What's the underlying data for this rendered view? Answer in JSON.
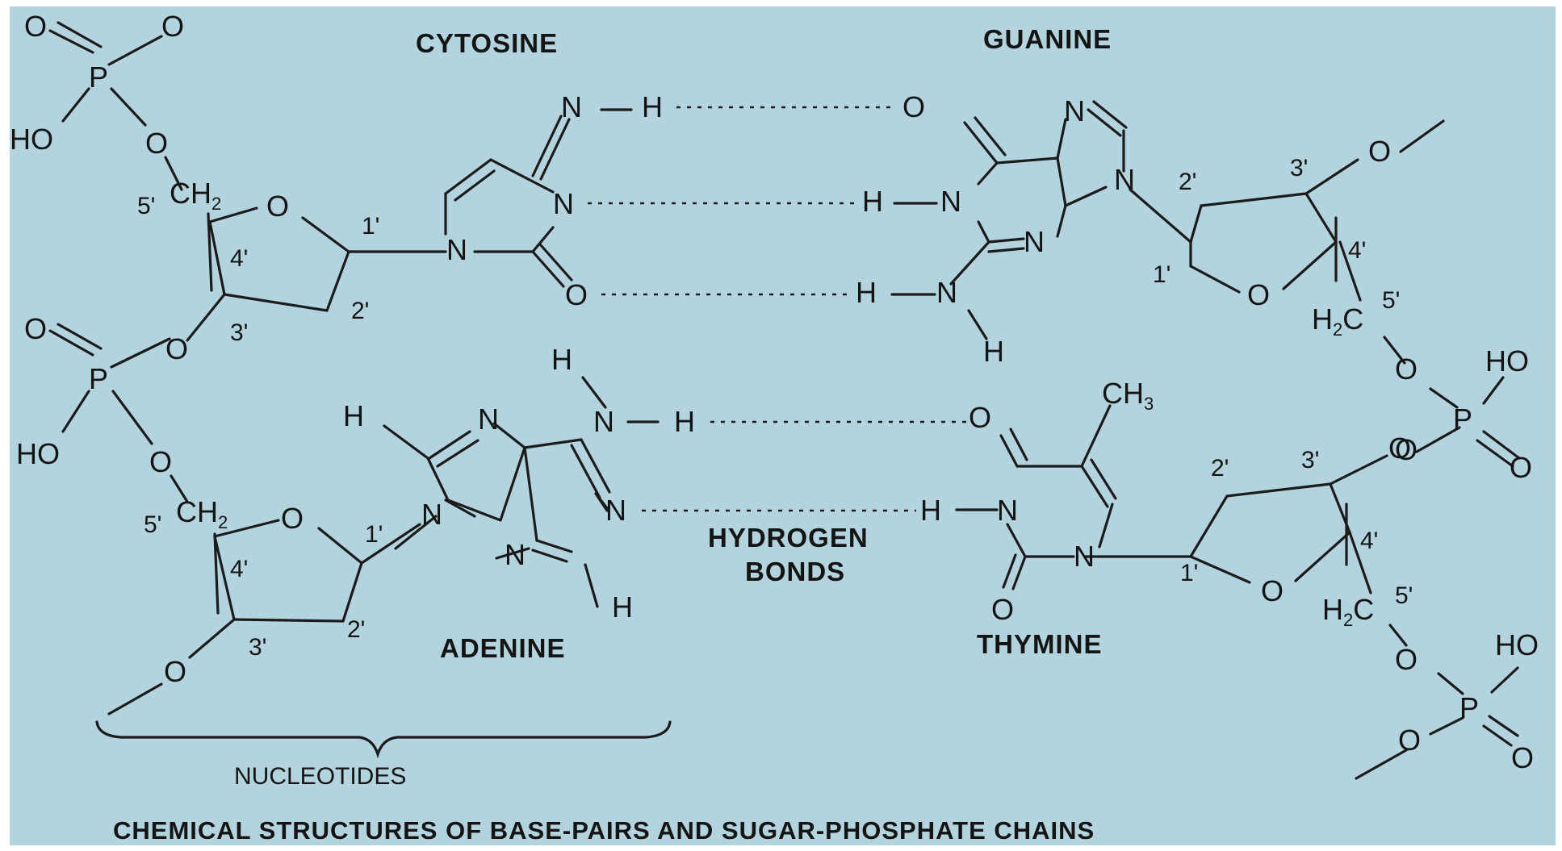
{
  "colors": {
    "background": "#b3d4de",
    "ink": "#141414"
  },
  "bases": {
    "cytosine": "CYTOSINE",
    "guanine": "GUANINE",
    "adenine": "ADENINE",
    "thymine": "THYMINE"
  },
  "hydrogen_bonds": {
    "line1": "HYDROGEN",
    "line2": "BONDS"
  },
  "nucleotides": "NUCLEOTIDES",
  "caption": "CHEMICAL STRUCTURES OF BASE-PAIRS AND SUGAR-PHOSPHATE CHAINS",
  "atoms": {
    "P": "P",
    "O": "O",
    "HO": "HO",
    "N": "N",
    "H": "H",
    "CH": "CH",
    "H2C": "H",
    "CH2": "CH",
    "sub2": "2",
    "sub3": "3"
  },
  "positions": {
    "p1": "1'",
    "p2": "2'",
    "p3": "3'",
    "p4": "4'",
    "p5": "5'"
  }
}
